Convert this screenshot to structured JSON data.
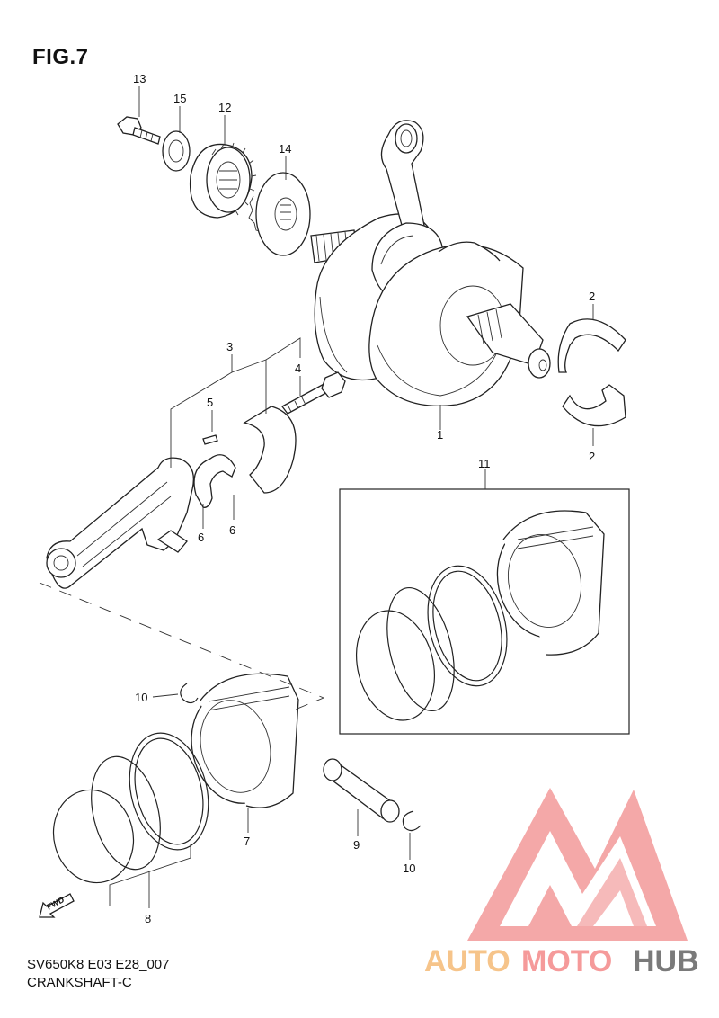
{
  "figure": {
    "title": "FIG.7"
  },
  "footer": {
    "code": "SV650K8 E03 E28_007",
    "name": "CRANKSHAFT-C"
  },
  "watermark": {
    "text_part1": "AUTO",
    "text_part2": "MOTO",
    "text_part3": "HUB",
    "colors": {
      "auto": "#f6c48a",
      "moto": "#f59a9a",
      "hub": "#7a7a7a",
      "logo": "#f39a9a"
    }
  },
  "fwd_label": "FWD",
  "callouts": {
    "c1": "1",
    "c2a": "2",
    "c2b": "2",
    "c3": "3",
    "c4": "4",
    "c5": "5",
    "c6a": "6",
    "c6b": "6",
    "c7": "7",
    "c8": "8",
    "c9": "9",
    "c10a": "10",
    "c10b": "10",
    "c11": "11",
    "c12": "12",
    "c13": "13",
    "c14": "14",
    "c15": "15"
  }
}
